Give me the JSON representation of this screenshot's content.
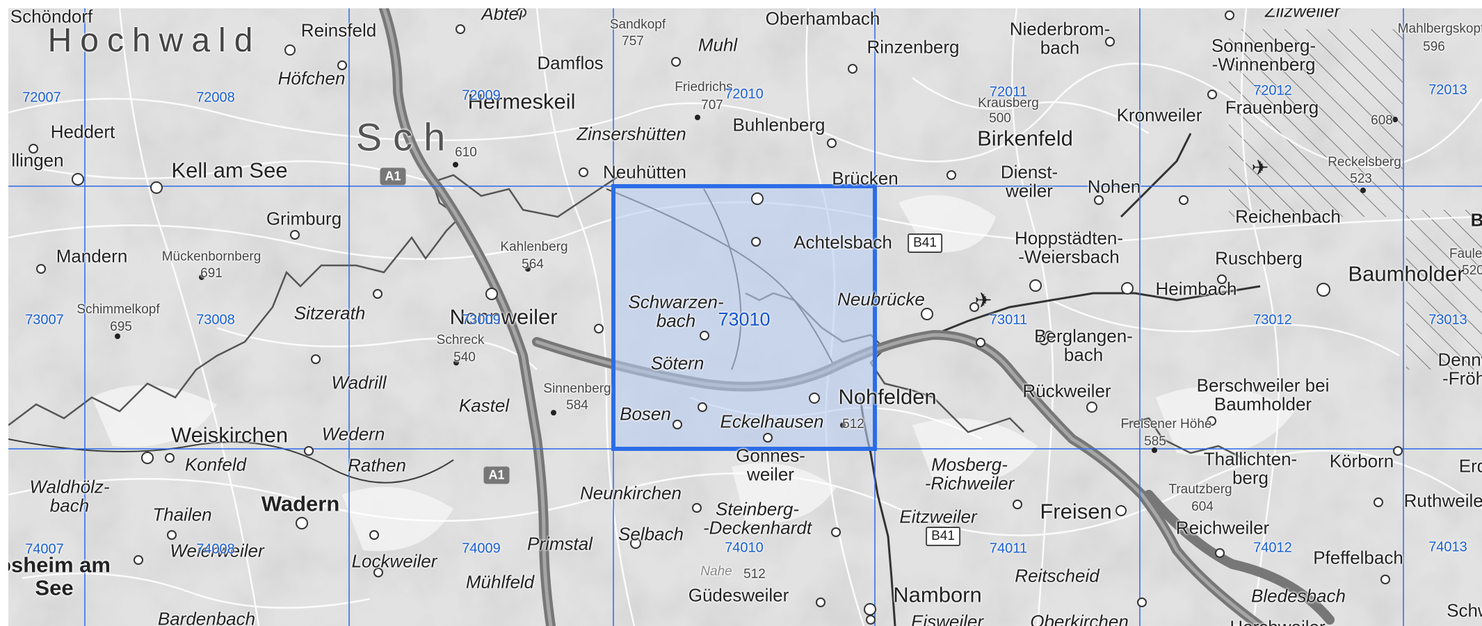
{
  "map": {
    "title_region": "Hochwald",
    "selected_cell": "73010",
    "colors": {
      "grid_line": "#2a6ae8",
      "selected_fill": "#b9cdf2",
      "selected_border": "#2d6fe6",
      "grid_label": "#1a5fd0",
      "background": "#e4e4e4"
    },
    "grid_labels": {
      "row1": [
        "72007",
        "72008",
        "72009",
        "72010",
        "72011",
        "72012",
        "72013"
      ],
      "row2": [
        "73007",
        "73008",
        "73009",
        "73010",
        "73011",
        "73012",
        "73013"
      ],
      "row3": [
        "74007",
        "74008",
        "74009",
        "74010",
        "74011",
        "74012",
        "74013"
      ]
    },
    "places": {
      "schoendorf": "Schöndorf",
      "reinsfeld": "Reinsfeld",
      "abtei": "Abtei",
      "sandkopf": "Sandkopf",
      "sandkopf_h": "757",
      "oberhambach": "Oberhambach",
      "niederbrombach": "Niederbrom-\nbach",
      "zilzweiler": "Zilzweiler",
      "mahlbergskopf": "Mahlbergskopf",
      "mahlbergskopf_h": "596",
      "hoefchen": "Höfchen",
      "damflos": "Damflos",
      "muhl": "Muhl",
      "rinzenberg": "Rinzenberg",
      "sonnenberg": "Sonnenberg-\n-Winnenberg",
      "hermeskeil": "Hermeskeil",
      "friedrichskopf": "Friedrichs",
      "friedrichskopf_h": "707",
      "krausberg": "Krausberg",
      "krausberg_h": "500",
      "frauenberg": "Frauenberg",
      "heddert": "Heddert",
      "schillingen": "llingen",
      "zinsershuetten": "Zinsershütten",
      "buhlenberg": "Buhlenberg",
      "birkenfeld": "Birkenfeld",
      "kronweiler": "Kronweiler",
      "peak610": "610",
      "peak608": "608",
      "reckelsberg": "Reckelsberg",
      "reckelsberg_h": "523",
      "kell": "Kell am See",
      "neuhuetten": "Neuhütten",
      "bruecken": "Brücken",
      "dienstweiler": "Dienst-\nweiler",
      "nohen": "Nohen",
      "grimburg": "Grimburg",
      "reichenbach": "Reichenbach",
      "achtelsbach": "Achtelsbach",
      "kahlenberg": "Kahlenberg",
      "kahlenberg_h": "564",
      "hoppstaedten": "Hoppstädten-\n-Weiersbach",
      "mandern": "Mandern",
      "mueckenbornberg": "Mückenbornberg",
      "mueckenbornberg_h": "691",
      "ruschberg": "Ruschberg",
      "faulenberg": "Faulen",
      "faulenberg_h": "520",
      "baumholder": "Baumholder",
      "schimmelkopf": "Schimmelkopf",
      "schimmelkopf_h": "695",
      "sitzerath": "Sitzerath",
      "nonnweiler": "Nonnweiler",
      "schwarzenbach": "Schwarzen-\nbach",
      "neubruecke": "Neubrücke",
      "heimbach": "Heimbach",
      "schreck": "Schreck",
      "schreck_h": "540",
      "berglangenbach": "Berglangen-\nbach",
      "dennweiler": "Dennw\n-Fröhl",
      "soetern": "Sötern",
      "wadrill": "Wadrill",
      "sinnenberg": "Sinnenberg",
      "sinnenberg_h": "584",
      "kastel": "Kastel",
      "rueckweiler": "Rückweiler",
      "berschweiler": "Berschweiler bei\nBaumholder",
      "bosen": "Bosen",
      "eckelhausen": "Eckelhausen",
      "nohfelden": "Nohfelden",
      "peak512a": "512",
      "freisener_hoehe": "Freisener Höhe",
      "freisener_hoehe_h": "585",
      "weiskirchen": "Weiskirchen",
      "wedern": "Wedern",
      "konfeld": "Konfeld",
      "rathen": "Rathen",
      "gonnesweiler": "Gonnes-\nweiler",
      "mosberg": "Mosberg-\n-Richweiler",
      "thallichtenberg": "Thallichten-\nberg",
      "koerborn": "Körborn",
      "erdesbach": "Erd",
      "waldhoelzbach": "Waldhölz-\nbach",
      "thailen": "Thailen",
      "wadern": "Wadern",
      "neunkirchen": "Neunkirchen",
      "steinberg": "Steinberg-\n-Deckenhardt",
      "eitzweiler": "Eitzweiler",
      "freisen": "Freisen",
      "trautzberg": "Trautzberg",
      "trautzberg_h": "604",
      "ruthweiler": "Ruthweiler",
      "reichweiler": "Reichweiler",
      "weierweiler": "Weierweiler",
      "selbach": "Selbach",
      "primstal": "Primstal",
      "pfeffelbach": "Pfeffelbach",
      "losheim": "osheim am\nSee",
      "lockweiler": "Lockweiler",
      "muehlfeld": "Mühlfeld",
      "nahe": "Nahe",
      "peak512b": "512",
      "reitscheid": "Reitscheid",
      "guedesweiler": "Güdesweiler",
      "namborn": "Namborn",
      "bledesbach": "Bledesbach",
      "bardenbach": "Bardenbach",
      "eisweiler": "Eisweiler",
      "oberkirchen": "Oberkirchen",
      "herchweiler": "Herchweiler",
      "schwarzerden": "Schw",
      "b_partial": "B"
    },
    "road_labels": {
      "a1_north": "A1",
      "a1_south": "A1",
      "b41_north": "B41",
      "b41_south": "B41"
    }
  }
}
